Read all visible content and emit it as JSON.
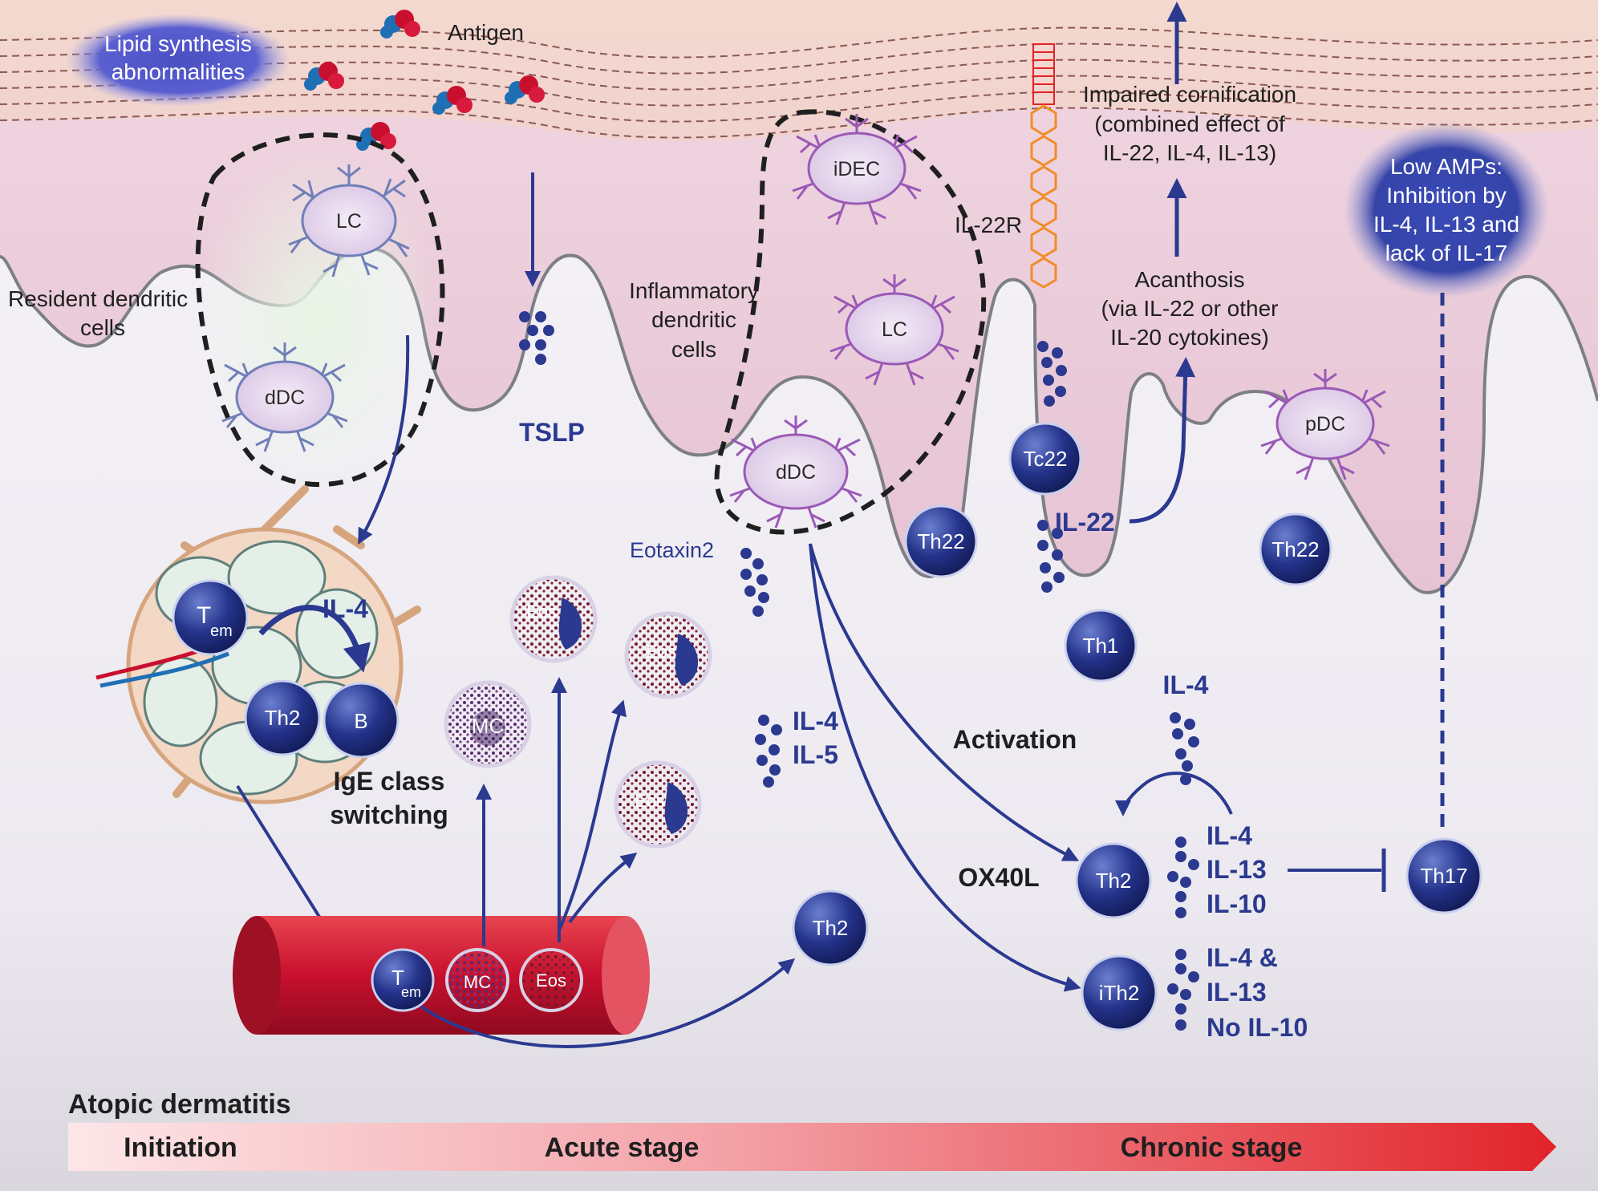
{
  "labels": {
    "lipid_line1": "Lipid synthesis",
    "lipid_line2": "abnormalities",
    "antigen": "Antigen",
    "resident_line1": "Resident dendritic",
    "resident_line2": "cells",
    "lc": "LC",
    "ddc": "dDC",
    "tslp": "TSLP",
    "inflam_line1": "Inflammatory",
    "inflam_line2": "dendritic",
    "inflam_line3": "cells",
    "idec": "iDEC",
    "lc2": "LC",
    "ddc2": "dDC",
    "il22r": "IL-22R",
    "impaired_line1": "Impaired cornification",
    "impaired_line2": "(combined effect of",
    "impaired_line3": "IL-22, IL-4, IL-13)",
    "acanthosis_line1": "Acanthosis",
    "acanthosis_line2": "(via IL-22 or other",
    "acanthosis_line3": "IL-20 cytokines)",
    "amps_line1": "Low AMPs:",
    "amps_line2": "Inhibition by",
    "amps_line3": "IL-4, IL-13 and",
    "amps_line4": "lack of IL-17",
    "pdc": "pDC",
    "tc22": "Tc22",
    "th22_a": "Th22",
    "th22_b": "Th22",
    "il22": "IL-22",
    "th1": "Th1",
    "eotaxin2": "Eotaxin2",
    "tem": "T",
    "tem_sub": "em",
    "il4_lymph": "IL-4",
    "th2_lymph": "Th2",
    "b": "B",
    "ige_line1": "IgE class",
    "ige_line2": "switching",
    "mc": "MC",
    "eos1": "Eos",
    "eos2": "Eos",
    "eos3": "Eos",
    "il4_mid": "IL-4",
    "il5_mid": "IL-5",
    "activation": "Activation",
    "ox40l": "OX40L",
    "il4_top": "IL-4",
    "th2_right": "Th2",
    "th2_right_il4": "IL-4",
    "th2_right_il13": "IL-13",
    "th2_right_il10": "IL-10",
    "th17": "Th17",
    "ith2": "iTh2",
    "ith2_line1": "IL-4 &",
    "ith2_line2": "IL-13",
    "ith2_line3": "No IL-10",
    "th2_blood": "Th2",
    "tem_blood": "T",
    "tem_blood_sub": "em",
    "mc_blood": "MC",
    "eos_blood": "Eos"
  },
  "timeline": {
    "title": "Atopic dermatitis",
    "initiation": "Initiation",
    "acute": "Acute stage",
    "chronic": "Chronic stage"
  },
  "colors": {
    "pathway_blue": "#2b3990",
    "cell_blue": "#1f2d7a",
    "dc_purple": "#9b59b6",
    "vessel_red": "#c8102e",
    "skin_pink": "#e8c9d6",
    "timeline_red": "#e2232a"
  }
}
